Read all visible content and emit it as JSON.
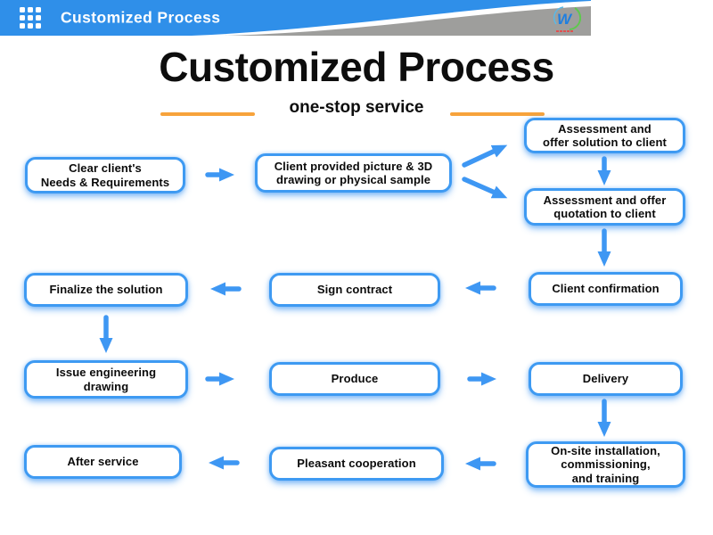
{
  "colors": {
    "header_blue": "#2F8FE9",
    "header_gray": "#9E9E9C",
    "accent_blue": "#3E9AF2",
    "arrow_blue": "#3E97F3",
    "divider_orange": "#F7A33B",
    "text_black": "#0D0D0D"
  },
  "topbar": {
    "title": "Customized Process",
    "grid_icon": "grid-icon",
    "logo_icon": "company-logo"
  },
  "hero": {
    "title": "Customized Process",
    "subtitle": "one-stop service"
  },
  "flowchart": {
    "steps": [
      {
        "id": "clear-needs",
        "label": "Clear client's\nNeeds & Requirements"
      },
      {
        "id": "client-provided",
        "label": "Client provided picture & 3D\ndrawing or physical sample"
      },
      {
        "id": "offer-solution",
        "label": "Assessment and\noffer solution to client"
      },
      {
        "id": "offer-quotation",
        "label": "Assessment and offer\nquotation to client"
      },
      {
        "id": "client-confirmation",
        "label": "Client confirmation"
      },
      {
        "id": "sign-contract",
        "label": "Sign contract"
      },
      {
        "id": "finalize-solution",
        "label": "Finalize the solution"
      },
      {
        "id": "issue-drawing",
        "label": "Issue engineering\ndrawing"
      },
      {
        "id": "produce",
        "label": "Produce"
      },
      {
        "id": "delivery",
        "label": "Delivery"
      },
      {
        "id": "onsite-installation",
        "label": "On-site installation,\ncommissioning,\nand training"
      },
      {
        "id": "pleasant-cooperation",
        "label": "Pleasant cooperation"
      },
      {
        "id": "after-service",
        "label": "After service"
      }
    ]
  }
}
